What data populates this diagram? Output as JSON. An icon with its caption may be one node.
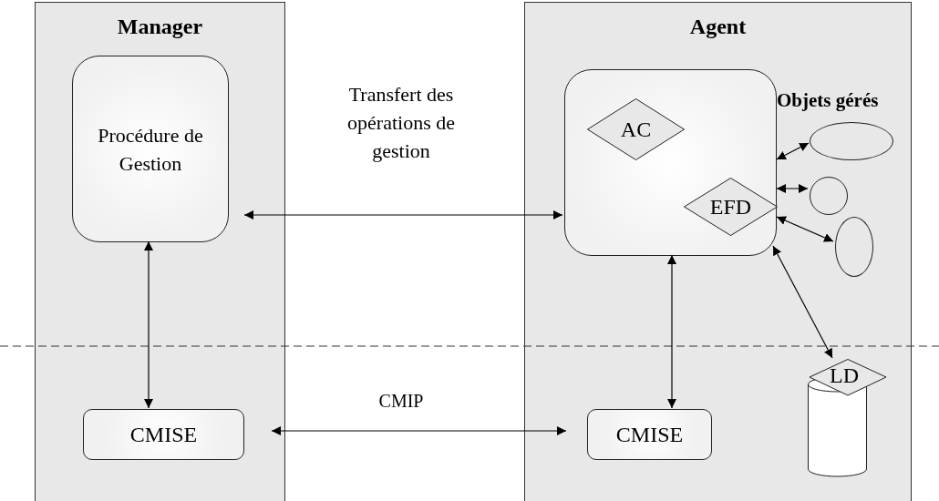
{
  "diagram": {
    "nodes": [
      {
        "text": [
          "Manager"
        ]
      },
      {
        "text": [
          "Procédure de Gestion"
        ],
        "in": 0
      },
      {
        "text": [
          "CMISE"
        ],
        "in": 0
      },
      {
        "text": [
          "Agent"
        ]
      },
      {
        "text": [],
        "shape": "box",
        "in": 3
      },
      {
        "text": [
          "AC"
        ],
        "in": 4
      },
      {
        "text": [
          "EFD"
        ],
        "in": 4
      },
      {
        "text": [
          "CMISE"
        ],
        "in": 3
      },
      {
        "text": [],
        "shape": "circle",
        "in": 3
      },
      {
        "text": [],
        "shape": "circle",
        "in": 3
      },
      {
        "text": [],
        "shape": "circle",
        "in": 3
      },
      {
        "text": [
          "LD"
        ],
        "in": 3
      }
    ],
    "edges": [
      {
        "from": 1,
        "to": 4,
        "arrow": "both",
        "label": "Transfert des opérations de gestion"
      },
      {
        "from": 1,
        "to": 2,
        "arrow": "both"
      },
      {
        "from": 2,
        "to": 7,
        "arrow": "both",
        "label": "CMIP"
      },
      {
        "from": 4,
        "to": 7,
        "arrow": "both"
      },
      {
        "from": 4,
        "to": 8,
        "arrow": "both"
      },
      {
        "from": 4,
        "to": 9,
        "arrow": "both"
      },
      {
        "from": 4,
        "to": 10,
        "arrow": "both"
      },
      {
        "from": 4,
        "to": 11,
        "arrow": "both"
      }
    ],
    "labels": [
      "Objets gérés"
    ]
  }
}
